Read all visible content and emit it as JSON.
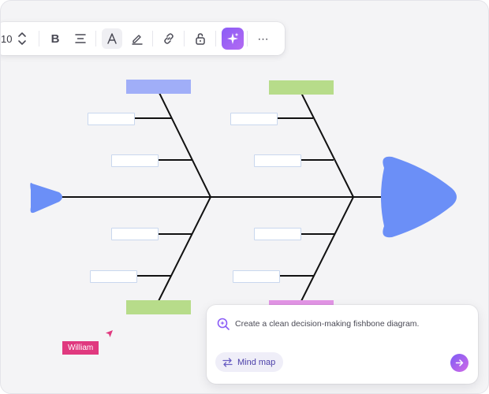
{
  "toolbar": {
    "font_size": "10",
    "icons": [
      "chevron-up-down-icon",
      "bold-icon",
      "align-center-icon",
      "font-color-icon",
      "highlighter-icon",
      "link-icon",
      "lock-icon",
      "ai-sparkle-icon",
      "more-icon"
    ]
  },
  "diagram": {
    "head_color": "#6b8ff7",
    "tail_color": "#6b8ff7",
    "category_colors": [
      "#a0aef8",
      "#b7dc8a",
      "#b7dc8a",
      "#e395e6"
    ],
    "cause_box_border": "#c9d7ee"
  },
  "collaborator": {
    "name": "William",
    "color": "#e0397f"
  },
  "ai_prompt": {
    "text": "Create a clean decision-making fishbone diagram.",
    "chip_label": "Mind map",
    "icons": [
      "ai-search-icon",
      "swap-icon",
      "send-arrow-icon"
    ]
  }
}
